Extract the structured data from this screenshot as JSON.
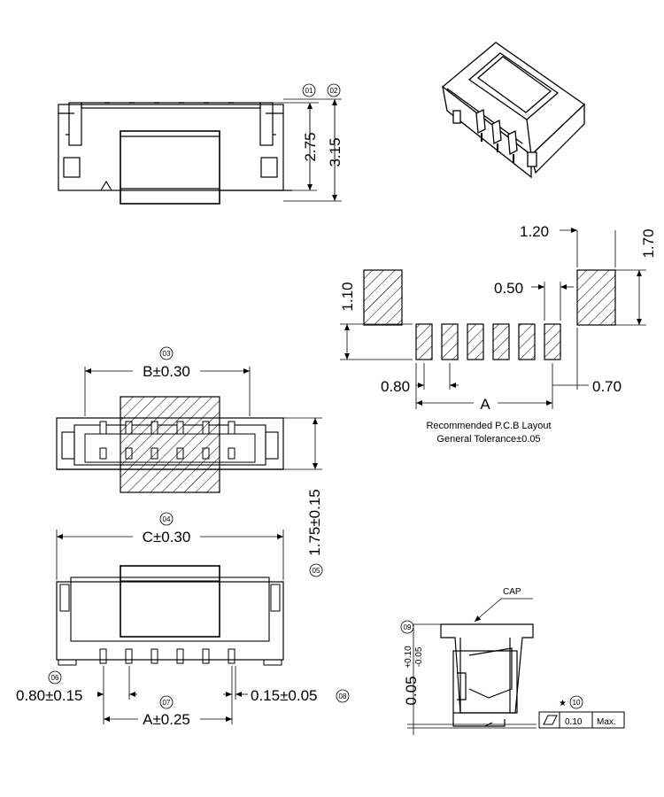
{
  "front_view": {
    "ref_01": "01",
    "ref_02": "02",
    "dim_height_inner": "2.75",
    "dim_height_outer": "3.15"
  },
  "iso_view": {},
  "pcb_layout": {
    "dim_pad_width": "1.20",
    "dim_pad_height": "1.70",
    "dim_signal_pad_height": "1.10",
    "dim_signal_pad_width": "0.50",
    "dim_pitch": "0.80",
    "dim_total": "A",
    "dim_offset": "0.70",
    "title": "Recommended P.C.B Layout",
    "tolerance": "General Tolerance±0.05"
  },
  "top_view": {
    "ref_03": "03",
    "dim_b": "B±0.30",
    "ref_04": "04",
    "dim_c": "C±0.30",
    "ref_05": "05",
    "dim_depth": "1.75±0.15"
  },
  "bottom_view": {
    "ref_06": "06",
    "dim_pitch": "0.80±0.15",
    "ref_07": "07",
    "dim_a": "A±0.25",
    "ref_08": "08",
    "dim_pin_width": "0.15±0.05"
  },
  "side_view": {
    "cap_label": "CAP",
    "ref_09": "09",
    "dim_gap": "0.05",
    "tol_plus": "+0.10",
    "tol_minus": "-0.05",
    "ref_10": "10",
    "star": "★",
    "flatness_value": "0.10",
    "flatness_note": "Max."
  }
}
